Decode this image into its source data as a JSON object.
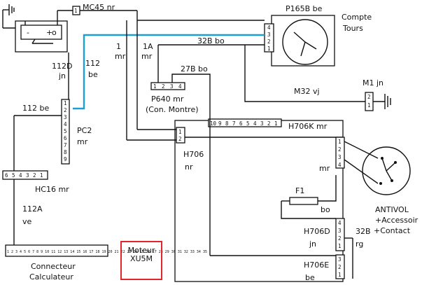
{
  "battery": {
    "minus": "-",
    "plus": "+"
  },
  "mc45": {
    "pin": "1",
    "label": "MC45 nr"
  },
  "tach": {
    "connector": "P165B be",
    "title_line1": "Compte",
    "title_line2": "Tours",
    "pins": [
      "4",
      "3",
      "2",
      "1"
    ]
  },
  "wires": {
    "w1": "1",
    "w1_color": "mr",
    "w1a": "1A",
    "w1a_color": "mr",
    "w32b_top": "32B bo",
    "w27b": "27B bo",
    "w112d": "112D",
    "w112d_color": "jn",
    "w112_be_a": "112",
    "w112_be_a_color": "be",
    "w112_be_b": "112 be",
    "w112a": "112A",
    "w112a_color": "ve",
    "m32": "M32 vj"
  },
  "ground_m1": {
    "label": "M1 jn",
    "pins": [
      "2",
      "1"
    ]
  },
  "p640": {
    "label": "P640 mr",
    "sub": "(Con. Montre)",
    "pins": [
      "1",
      "2",
      "3",
      "4"
    ]
  },
  "pc2": {
    "label": "PC2",
    "color": "mr",
    "pins": [
      "9",
      "8",
      "7",
      "6",
      "5",
      "4",
      "3",
      "2",
      "1"
    ]
  },
  "hc16": {
    "label": "HC16 mr",
    "pins": [
      "6",
      "5",
      "4",
      "3",
      "2",
      "1"
    ]
  },
  "h706k": {
    "label": "H706K mr",
    "pins": [
      "10",
      "9",
      "8",
      "7",
      "6",
      "5",
      "4",
      "3",
      "2",
      "1"
    ]
  },
  "h706": {
    "label": "H706",
    "color": "nr",
    "pins": [
      "1",
      "2"
    ]
  },
  "antivol": {
    "label": "ANTIVOL",
    "line2": "+Accessoir",
    "line3": "+Contact",
    "mr": "mr",
    "pins": [
      "1",
      "2",
      "3",
      "4"
    ]
  },
  "f1": {
    "label": "F1",
    "wire": "bo"
  },
  "h706d": {
    "label": "H706D",
    "color": "jn",
    "pins": [
      "1",
      "2",
      "3",
      "4"
    ],
    "wire": "32B",
    "wire_color": "rg"
  },
  "h706e": {
    "label": "H706E",
    "color": "be",
    "pins": [
      "1",
      "2",
      "3"
    ]
  },
  "calc": {
    "line1": "Connecteur",
    "line2": "Calculateur",
    "pins": "1 2 3 4 5 6 7 8 9 10 11 12 13 14 15 16 17 18 19 20 21 22 23 24 25 26 27 28 29 30 31 32 33 34 35"
  },
  "motor": {
    "line1": "Moteur",
    "line2": "XU5M"
  }
}
